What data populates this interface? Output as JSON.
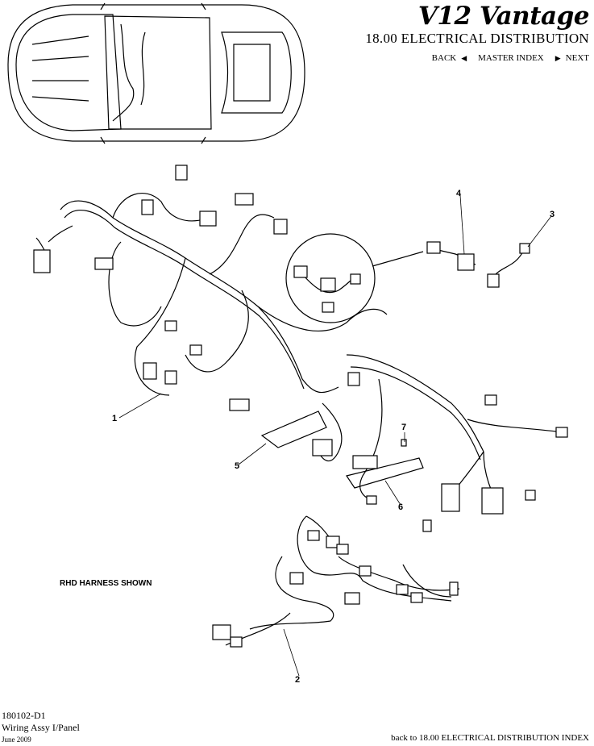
{
  "header": {
    "brand": "V12 Vantage",
    "section_title": "18.00 ELECTRICAL DISTRIBUTION",
    "nav": {
      "back": "BACK",
      "master_index": "MASTER INDEX",
      "next": "NEXT"
    }
  },
  "callouts": [
    "1",
    "2",
    "3",
    "4",
    "5",
    "6",
    "7"
  ],
  "note": "RHD HARNESS SHOWN",
  "footer": {
    "part_code": "180102-D1",
    "description": "Wiring Assy I/Panel",
    "date": "June 2009",
    "index_link": "back to 18.00 ELECTRICAL DISTRIBUTION INDEX"
  }
}
